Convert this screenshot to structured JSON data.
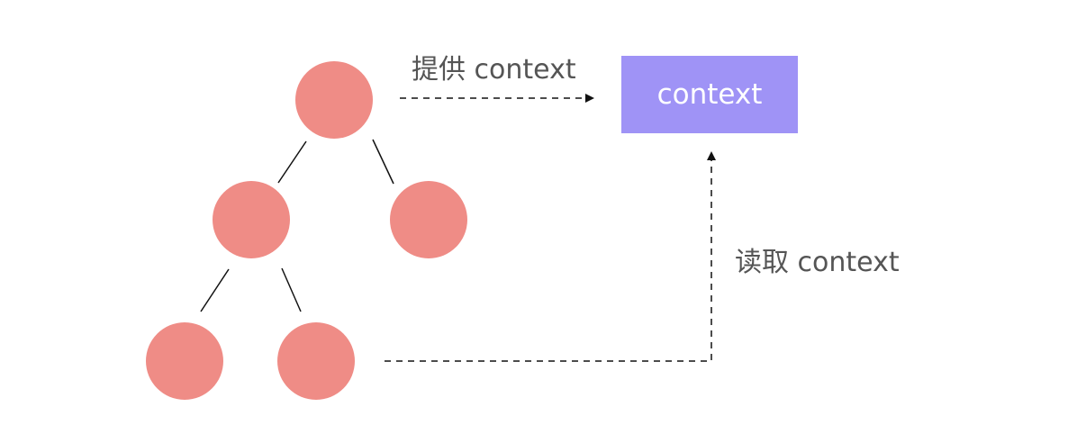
{
  "colors": {
    "node_fill": "#ef8c86",
    "context_fill": "#9f93f6",
    "line": "#111111",
    "label_text": "#555555"
  },
  "nodes": [
    {
      "id": "root"
    },
    {
      "id": "left-child"
    },
    {
      "id": "right-child"
    },
    {
      "id": "left-grandchild"
    },
    {
      "id": "right-grandchild"
    }
  ],
  "edges": [
    {
      "from": "root",
      "to": "left-child"
    },
    {
      "from": "root",
      "to": "right-child"
    },
    {
      "from": "left-child",
      "to": "left-grandchild"
    },
    {
      "from": "left-child",
      "to": "right-grandchild"
    }
  ],
  "context_box": {
    "label": "context"
  },
  "arrows": [
    {
      "name": "provide-arrow",
      "label": "提供 context",
      "style": "dashed"
    },
    {
      "name": "read-arrow",
      "label": "读取 context",
      "style": "dashed"
    }
  ]
}
